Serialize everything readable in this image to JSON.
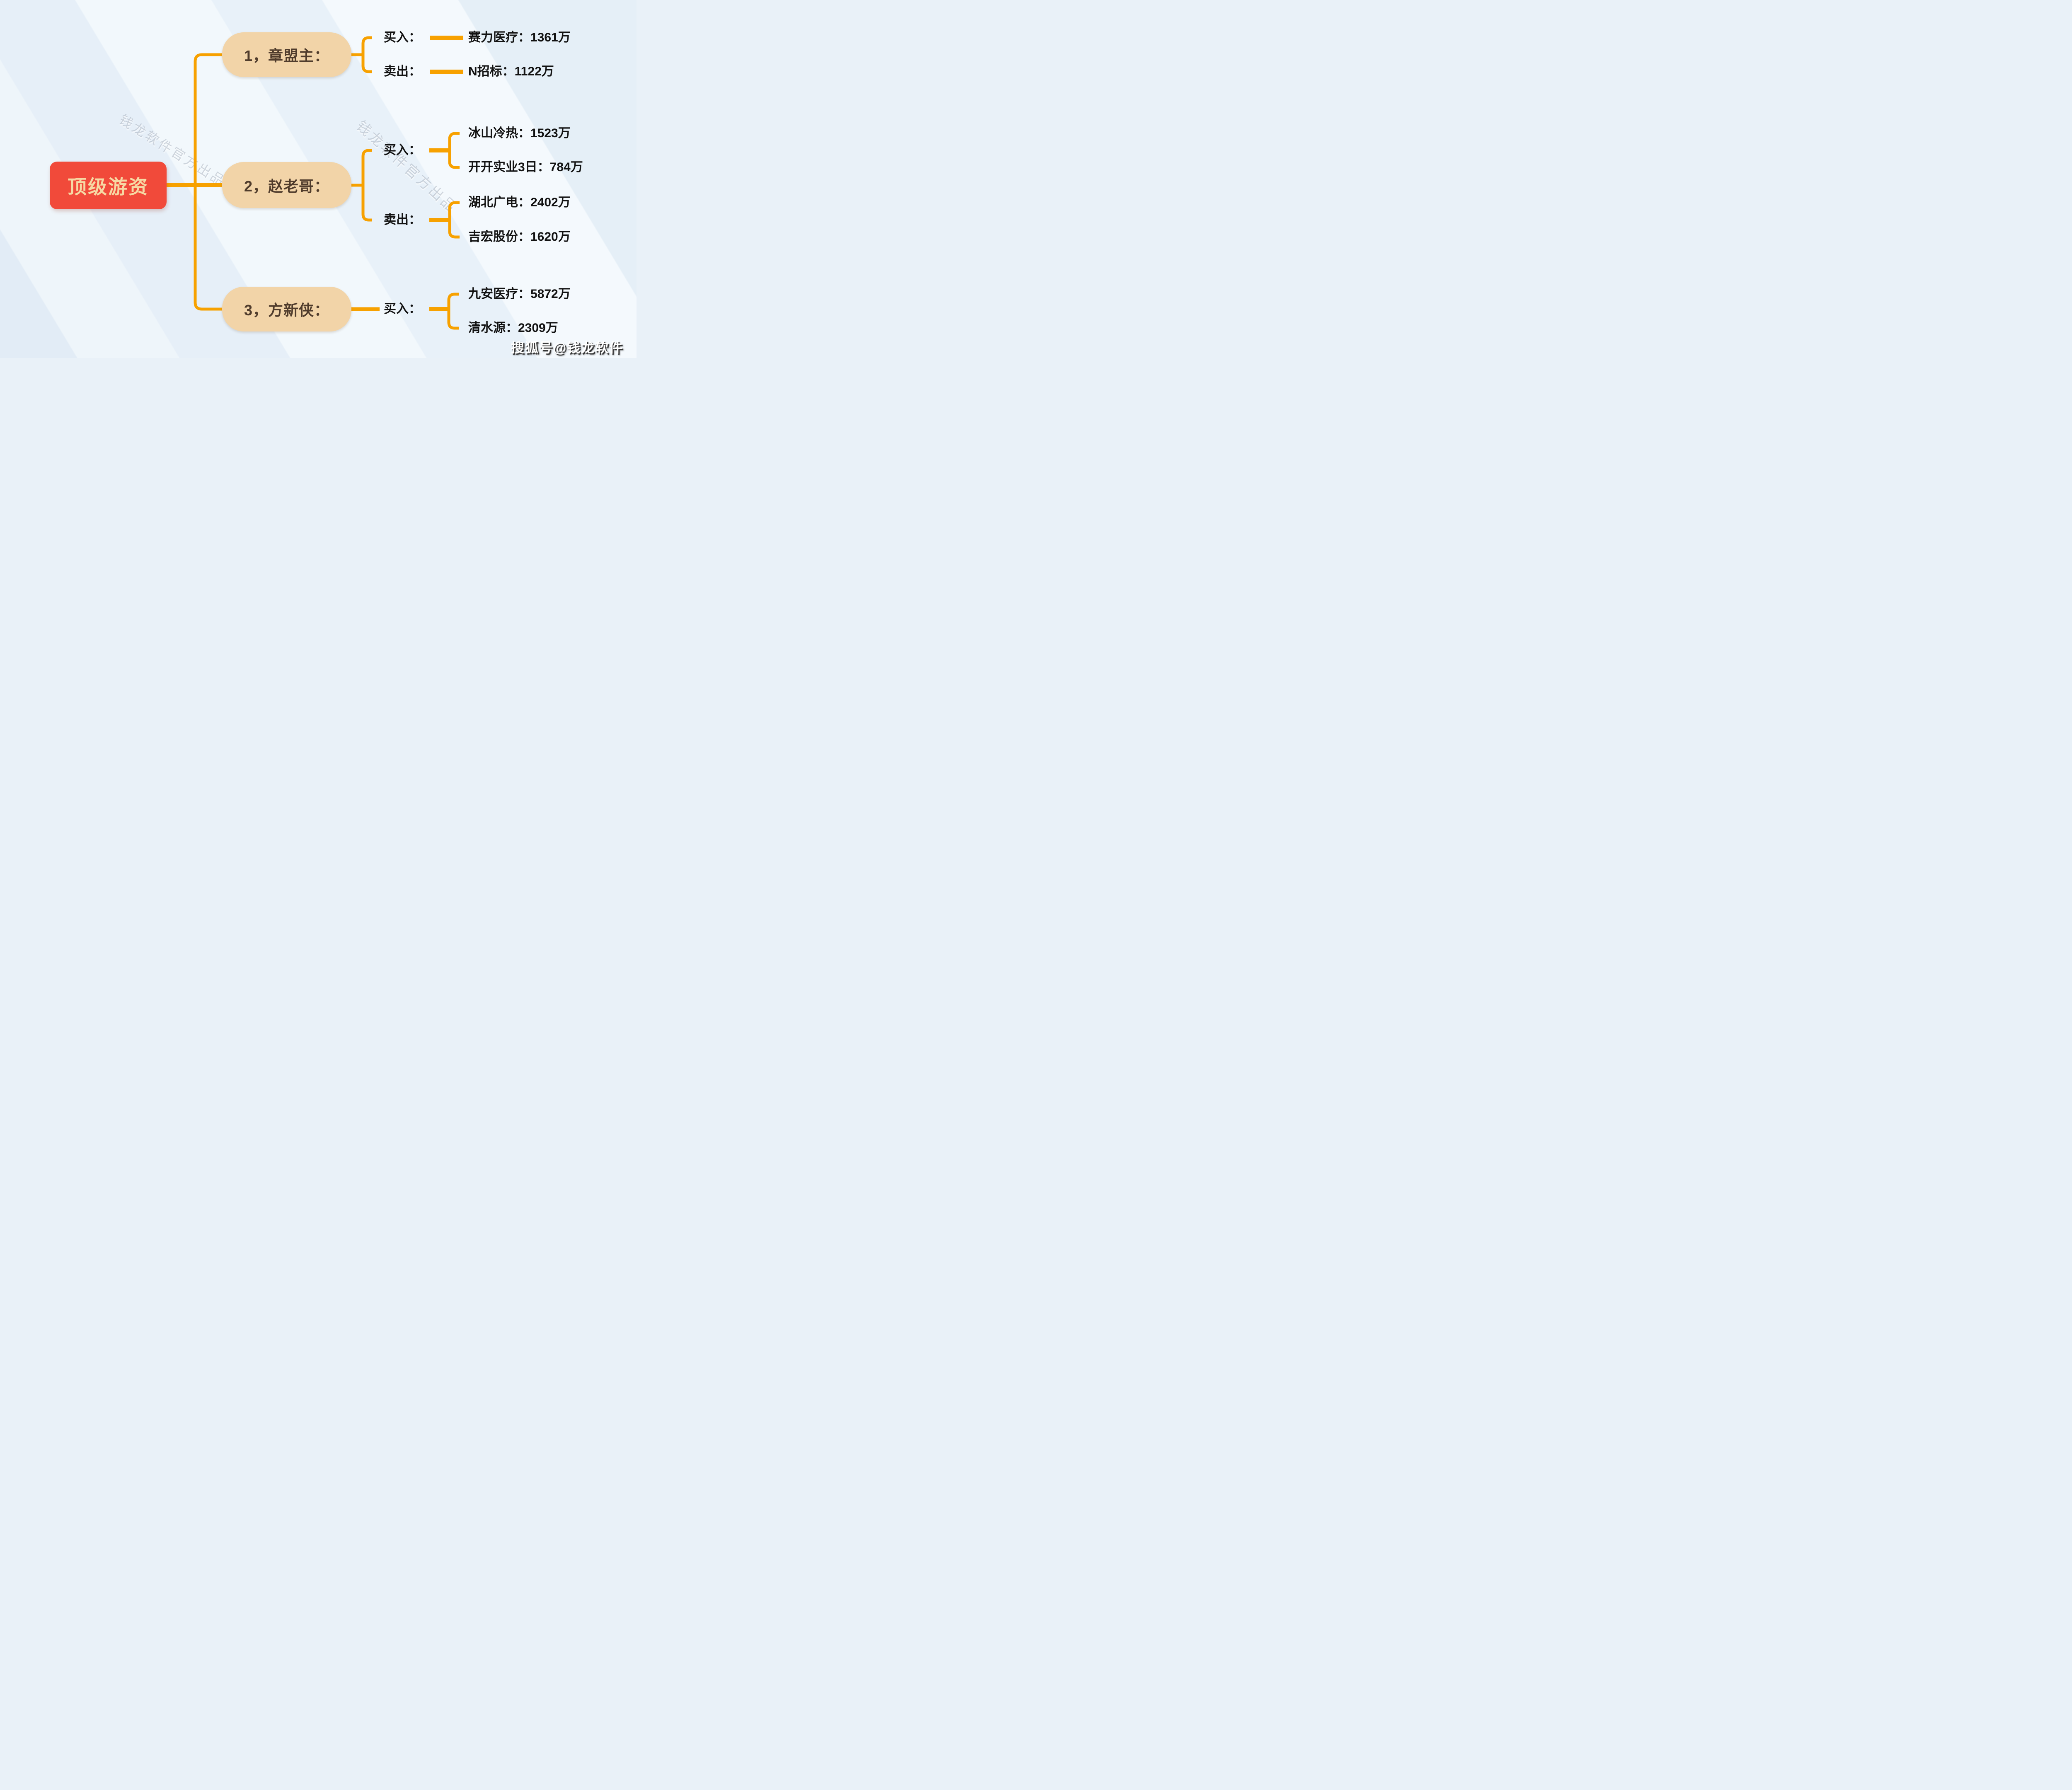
{
  "root": {
    "label": "顶级游资"
  },
  "branches": [
    {
      "name": "1，章盟主：",
      "groups": [
        {
          "label": "买入：",
          "stocks": [
            "赛力医疗：1361万"
          ]
        },
        {
          "label": "卖出：",
          "stocks": [
            "N招标：1122万"
          ]
        }
      ]
    },
    {
      "name": "2，赵老哥：",
      "groups": [
        {
          "label": "买入：",
          "stocks": [
            "冰山冷热：1523万",
            "开开实业3日：784万"
          ]
        },
        {
          "label": "卖出：",
          "stocks": [
            "湖北广电：2402万",
            "吉宏股份：1620万"
          ]
        }
      ]
    },
    {
      "name": "3，方新侠：",
      "groups": [
        {
          "label": "买入：",
          "stocks": [
            "九安医疗：5872万",
            "清水源：2309万"
          ]
        }
      ]
    }
  ],
  "watermarks": {
    "diagonal_1": "钱龙软件官方出品",
    "diagonal_2": "钱龙软件官方出品",
    "credit": "搜狐号@钱龙软件"
  },
  "colors": {
    "accent": "#F7A100",
    "node_fill": "#F2D4A8",
    "node_text": "#503C2C",
    "root_fill": "#F14A3A",
    "root_text": "#F6D9A4",
    "text": "#121212",
    "background": "#E9F1F8"
  }
}
